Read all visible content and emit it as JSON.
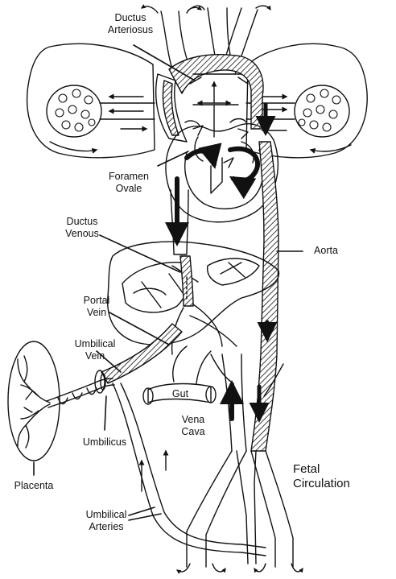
{
  "title": {
    "line1": "Fetal",
    "line2": "Circulation"
  },
  "labels": {
    "ductus_arteriosus": {
      "line1": "Ductus",
      "line2": "Arteriosus"
    },
    "foramen_ovale": {
      "line1": "Foramen",
      "line2": "Ovale"
    },
    "ductus_venous": {
      "line1": "Ductus",
      "line2": "Venous"
    },
    "aorta": "Aorta",
    "portal_vein": {
      "line1": "Portal",
      "line2": "Vein"
    },
    "umbilical_vein": {
      "line1": "Umbilical",
      "line2": "Vein"
    },
    "gut": "Gut",
    "vena_cava": {
      "line1": "Vena",
      "line2": "Cava"
    },
    "umbilicus": "Umbilicus",
    "placenta": "Placenta",
    "umbilical_arteries": {
      "line1": "Umbilical",
      "line2": "Arteries"
    }
  },
  "colors": {
    "ink": "#111111",
    "background": "#ffffff"
  }
}
